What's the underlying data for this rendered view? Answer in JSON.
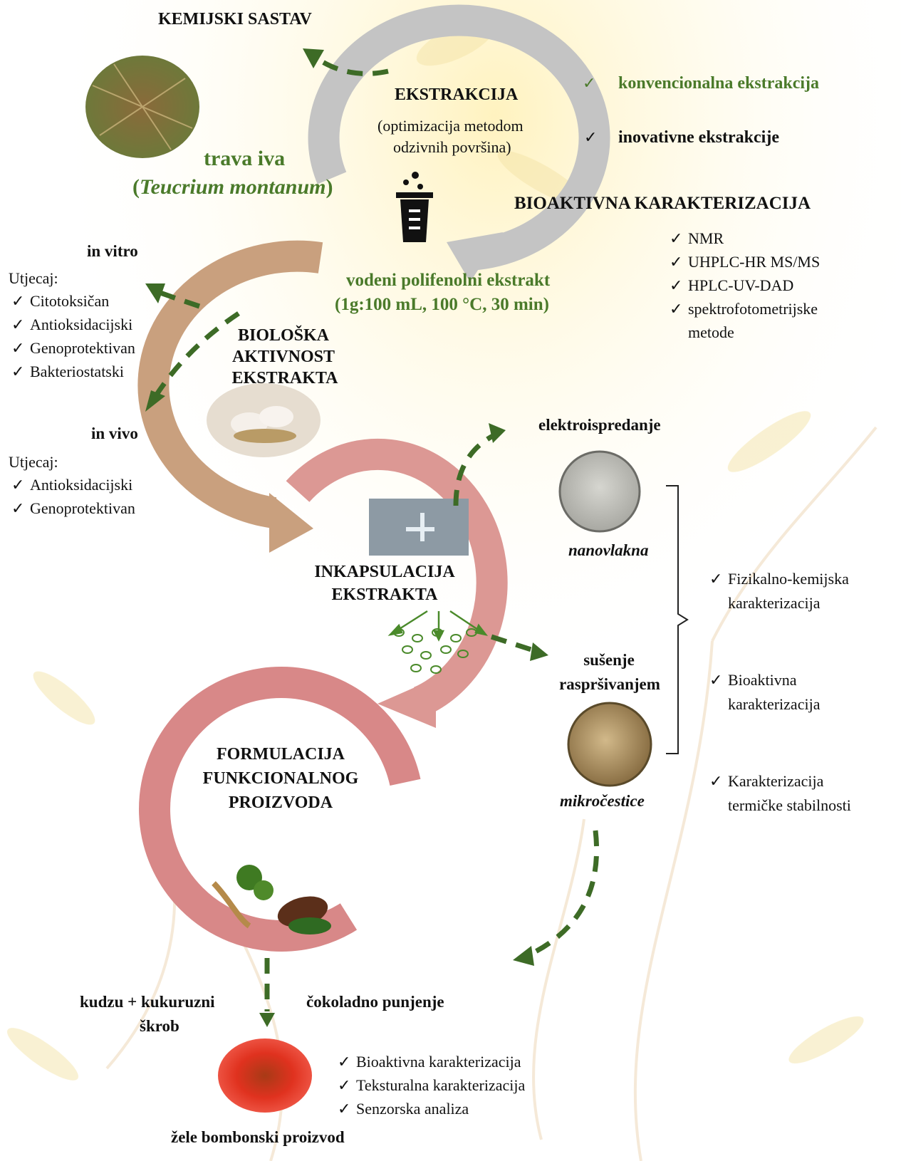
{
  "top": {
    "chemical_composition": "KEMIJSKI SASTAV"
  },
  "plant": {
    "name": "trava iva",
    "open_paren": "(",
    "latin": "Teucrium montanum",
    "close_paren": ")"
  },
  "extraction": {
    "title": "EKSTRAKCIJA",
    "subtitle_line1": "(optimizacija metodom",
    "subtitle_line2": "odzivnih površina)",
    "option1": "konvencionalna ekstrakcija",
    "option2": "inovativne ekstrakcije",
    "check": "✓"
  },
  "bioactive_characterization": {
    "title": "BIOAKTIVNA KARAKTERIZACIJA",
    "methods": [
      "NMR",
      "UHPLC-HR MS/MS",
      "HPLC-UV-DAD",
      "spektrofotometrijske",
      "metode"
    ]
  },
  "extract": {
    "line1": "vodeni polifenolni ekstrakt",
    "line2": "(1g:100 mL, 100 °C, 30 min)"
  },
  "in_vitro": {
    "title": "in vitro",
    "label": "Utjecaj:",
    "items": [
      "Citotoksičan",
      "Antioksidacijski",
      "Genoprotektivan",
      "Bakteriostatski"
    ]
  },
  "in_vivo": {
    "title": "in vivo",
    "label": "Utjecaj:",
    "items": [
      "Antioksidacijski",
      "Genoprotektivan"
    ]
  },
  "biological_activity": {
    "line1": "BIOLOŠKA",
    "line2": "AKTIVNOST",
    "line3": "EKSTRAKTA"
  },
  "encapsulation": {
    "line1": "INKAPSULACIJA",
    "line2": "EKSTRAKTA",
    "method1": "elektroispredanje",
    "product1": "nanovlakna",
    "method2_line1": "sušenje",
    "method2_line2": "raspršivanjem",
    "product2": "mikročestice"
  },
  "characterizations": [
    {
      "line1": "Fizikalno-kemijska",
      "line2": "karakterizacija"
    },
    {
      "line1": "Bioaktivna",
      "line2": "karakterizacija"
    },
    {
      "line1": "Karakterizacija",
      "line2": "termičke  stabilnosti"
    }
  ],
  "formulation": {
    "line1": "FORMULACIJA",
    "line2": "FUNKCIONALNOG",
    "line3": "PROIZVODA"
  },
  "ingredients": {
    "left_line1": "kudzu + kukuruzni",
    "left_line2": "škrob",
    "right": "čokoladno punjenje"
  },
  "final_product": {
    "name": "žele bombonski proizvod",
    "analyses": [
      "Bioaktivna karakterizacija",
      "Teksturalna karakterizacija",
      "Senzorska analiza"
    ]
  },
  "colors": {
    "grey_arrow": "#c4c4c4",
    "tan_arrow": "#c9a07e",
    "rose_arrow": "#dc9894",
    "deep_rose_arrow": "#d88888",
    "green_dash": "#3d6b26",
    "green_text": "#4a7a2a"
  }
}
